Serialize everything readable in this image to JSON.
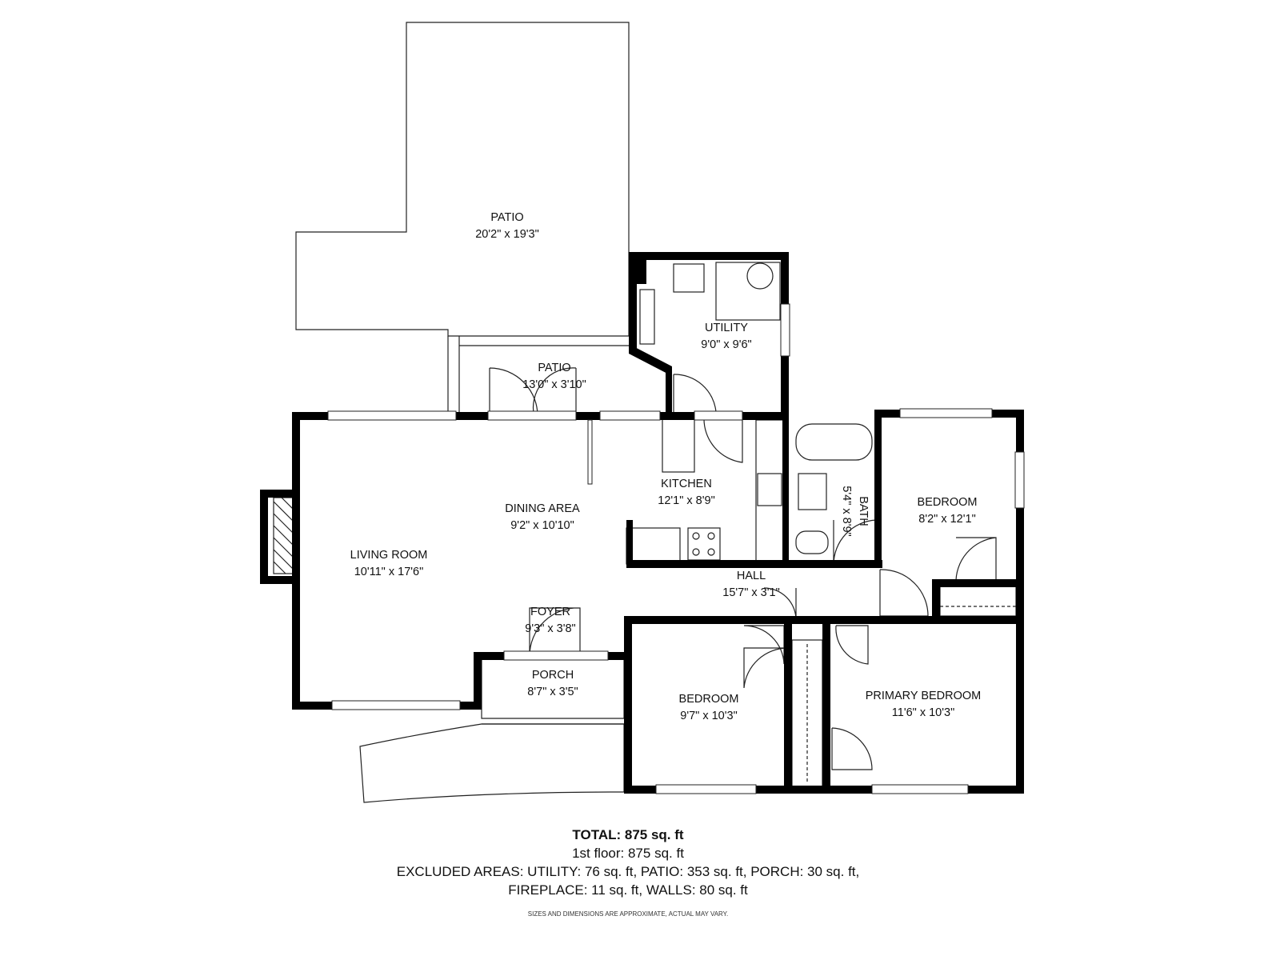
{
  "rooms": [
    {
      "name": "PATIO",
      "dims": "20'2\" x 19'3\""
    },
    {
      "name": "UTILITY",
      "dims": "9'0\" x 9'6\""
    },
    {
      "name": "PATIO",
      "dims": "13'0\" x 3'10\""
    },
    {
      "name": "KITCHEN",
      "dims": "12'1\" x 8'9\""
    },
    {
      "name": "DINING AREA",
      "dims": "9'2\" x 10'10\""
    },
    {
      "name": "LIVING ROOM",
      "dims": "10'11\" x 17'6\""
    },
    {
      "name": "BATH",
      "dims": "5'4\" x 8'9\""
    },
    {
      "name": "BEDROOM",
      "dims": "8'2\" x 12'1\""
    },
    {
      "name": "HALL",
      "dims": "15'7\" x 3'1\""
    },
    {
      "name": "FOYER",
      "dims": "9'3\" x 3'8\""
    },
    {
      "name": "PORCH",
      "dims": "8'7\" x 3'5\""
    },
    {
      "name": "BEDROOM",
      "dims": "9'7\" x 10'3\""
    },
    {
      "name": "PRIMARY BEDROOM",
      "dims": "11'6\" x 10'3\""
    }
  ],
  "summary": {
    "total": "TOTAL: 875 sq. ft",
    "floor": "1st floor: 875 sq. ft",
    "excluded_1": "EXCLUDED AREAS: UTILITY: 76 sq. ft, PATIO: 353 sq. ft, PORCH: 30 sq. ft,",
    "excluded_2": "FIREPLACE: 11 sq. ft, WALLS: 80 sq. ft",
    "disclaimer": "SIZES AND DIMENSIONS ARE APPROXIMATE, ACTUAL MAY VARY."
  },
  "colors": {
    "wall": "#000000",
    "line": "#222222",
    "background": "#ffffff"
  }
}
